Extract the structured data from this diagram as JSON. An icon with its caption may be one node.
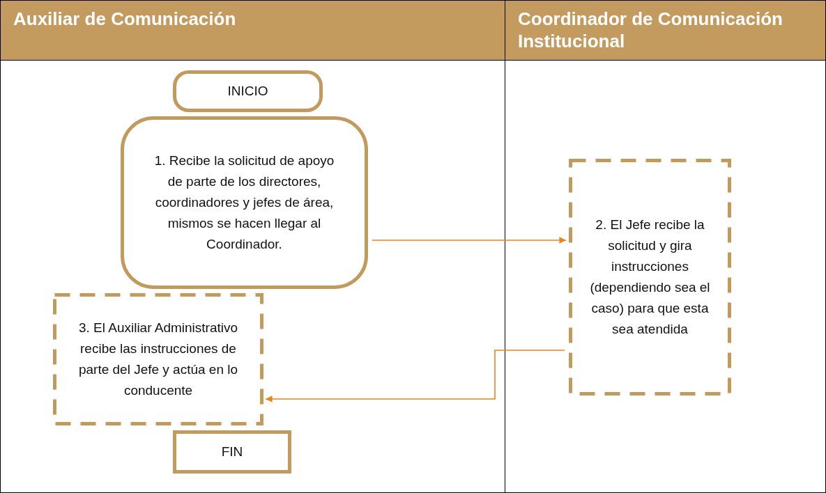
{
  "diagram": {
    "nodes": [
      {
        "text": [
          "Auxiliar de Comunicación"
        ]
      },
      {
        "text": [
          "Coordinador de Comunicación Institucional"
        ]
      },
      {
        "text": [
          "INICIO"
        ],
        "in": 0
      },
      {
        "text": [
          "1. Recibe la solicitud de apoyo de parte de los directores, coordinadores y jefes de área, mismos se hacen llegar al Coordinador."
        ],
        "in": 0
      },
      {
        "text": [
          "3. El Auxiliar Administrativo recibe las instrucciones de parte del Jefe y actúa en lo conducente"
        ],
        "in": 0
      },
      {
        "text": [
          "FIN"
        ],
        "in": 0
      },
      {
        "text": [
          "2. El Jefe recibe la solicitud y gira instrucciones (dependiendo sea el caso) para que esta sea atendida"
        ],
        "in": 1
      }
    ],
    "edges": [
      {
        "from": 3,
        "to": 6,
        "arrow": "to"
      },
      {
        "from": 6,
        "to": 4,
        "arrow": "to"
      }
    ]
  }
}
